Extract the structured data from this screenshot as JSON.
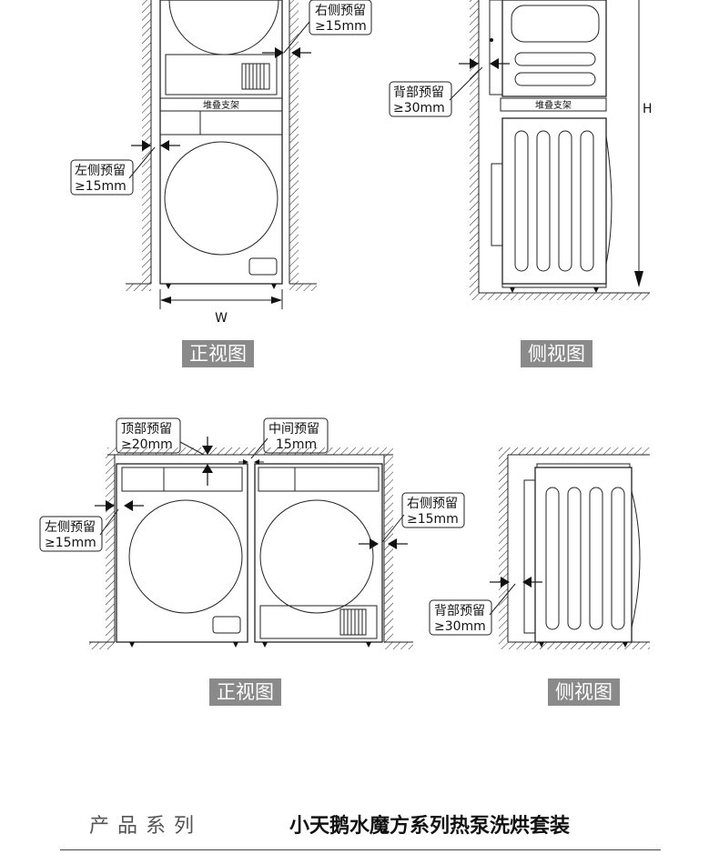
{
  "top_front": {
    "right_gap": [
      "右侧预留",
      "≥15mm"
    ],
    "left_gap": [
      "左侧预留",
      "≥15mm"
    ],
    "stack_label": "堆叠支架",
    "width_label": "W",
    "view_title": "正视图"
  },
  "top_side": {
    "back_gap": [
      "背部预留",
      "≥30mm"
    ],
    "stack_label": "堆叠支架",
    "height_label": "H",
    "view_title": "侧视图"
  },
  "bottom_front": {
    "top_gap": [
      "顶部预留",
      "≥20mm"
    ],
    "middle_gap": [
      "中间预留",
      "15mm"
    ],
    "right_gap": [
      "右侧预留",
      "≥15mm"
    ],
    "left_gap": [
      "左侧预留",
      "≥15mm"
    ],
    "view_title": "正视图"
  },
  "bottom_side": {
    "back_gap": [
      "背部预留",
      "≥30mm"
    ],
    "view_title": "侧视图"
  },
  "footer": {
    "series_label": "产品系列",
    "product_name": "小天鹅水魔方系列热泵洗烘套装"
  }
}
